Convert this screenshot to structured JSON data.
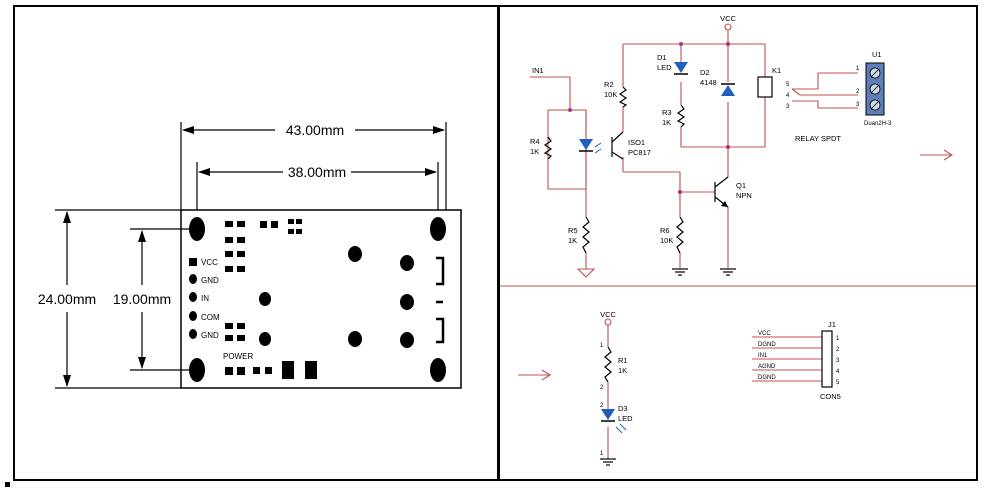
{
  "board": {
    "dim_width_outer": "43.00mm",
    "dim_width_inner": "38.00mm",
    "dim_height_outer": "24.00mm",
    "dim_height_inner": "19.00mm",
    "pins": [
      "VCC",
      "GND",
      "IN",
      "COM",
      "GND"
    ],
    "power_label": "POWER"
  },
  "schematic": {
    "in_label": "IN1",
    "vcc_top": "VCC",
    "d1": {
      "ref": "D1",
      "val": "LED"
    },
    "d2": {
      "ref": "D2",
      "val": "4148"
    },
    "r2": {
      "ref": "R2",
      "val": "10K"
    },
    "r3": {
      "ref": "R3",
      "val": "1K"
    },
    "r4": {
      "ref": "R4",
      "val": "1K"
    },
    "r5": {
      "ref": "R5",
      "val": "1K"
    },
    "r6": {
      "ref": "R6",
      "val": "10K"
    },
    "iso": {
      "ref": "ISO1",
      "val": "PC817"
    },
    "q1": {
      "ref": "Q1",
      "val": "NPN"
    },
    "k1": {
      "ref": "K1"
    },
    "relay_label": "RELAY SPDT",
    "u1": {
      "ref": "U1",
      "val": "Duan2H-3",
      "pins": [
        "1",
        "2",
        "3"
      ]
    },
    "k1_pins": [
      "5",
      "4",
      "3"
    ],
    "pwr_vcc": "VCC",
    "r1": {
      "ref": "R1",
      "val": "1K",
      "pin1": "1",
      "pin2": "2"
    },
    "d3": {
      "ref": "D3",
      "val": "LED",
      "pin2": "2",
      "pin1": "1"
    },
    "j1": {
      "ref": "J1",
      "val": "CON5",
      "nets": [
        "VCC",
        "DGND",
        "IN1",
        "AGND",
        "DGND"
      ],
      "pins": [
        "1",
        "2",
        "3",
        "4",
        "5"
      ]
    }
  },
  "colors": {
    "wire": "#c0504d",
    "led": "#1f5fbf",
    "ink": "#000000"
  }
}
